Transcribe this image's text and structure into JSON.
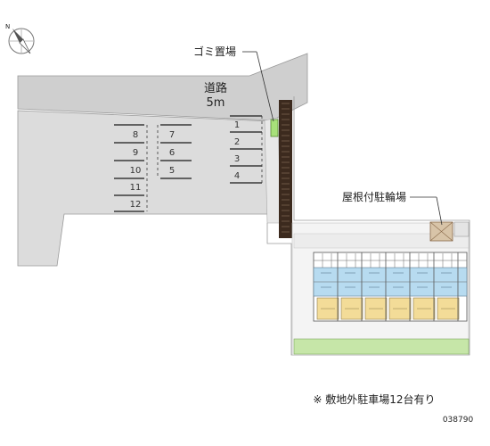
{
  "compass": {
    "north_label": "N"
  },
  "road": {
    "label": "道路",
    "width": "5m"
  },
  "labels": {
    "garbage": "ゴミ置場",
    "bike_parking": "屋根付駐輪場"
  },
  "parking": {
    "left_column": [
      "8",
      "9",
      "10",
      "11",
      "12"
    ],
    "middle_column": [
      "7",
      "6",
      "5"
    ],
    "right_column": [
      "1",
      "2",
      "3",
      "4"
    ]
  },
  "note": "※ 敷地外駐車場12台有り",
  "image_id": "038790",
  "colors": {
    "road": "#cfcfcf",
    "lot": "#dcdcdc",
    "stripe": "#3a3a3a",
    "building": "#b7dbf0",
    "room": "#f3dc98",
    "green": "#c6e6a8",
    "garbage": "#a8e07a",
    "fence": "#3c2a1e"
  }
}
